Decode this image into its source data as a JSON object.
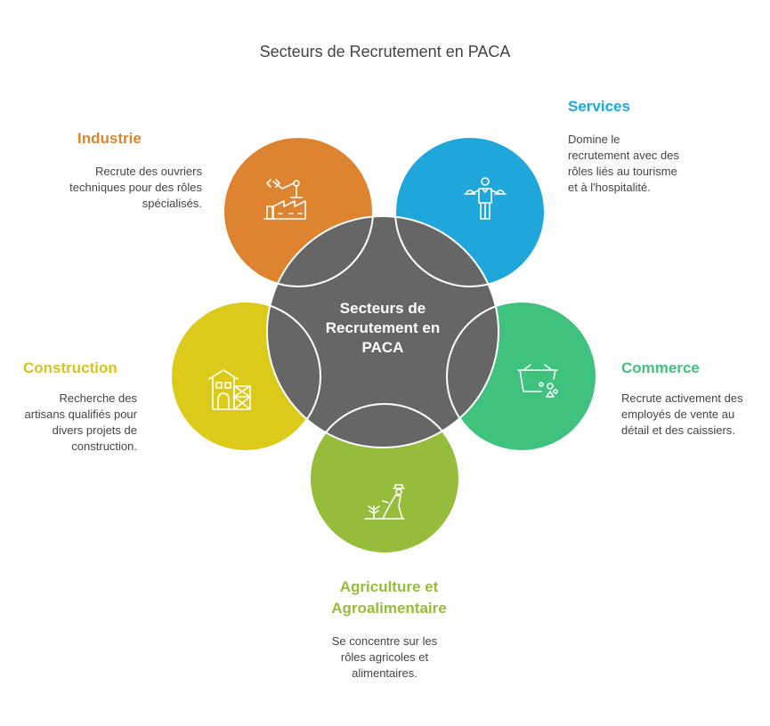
{
  "title": "Secteurs de Recrutement en PACA",
  "center": {
    "label": "Secteurs de Recrutement en PACA"
  },
  "colors": {
    "industrie": "#DE8330",
    "services": "#1FA7DB",
    "commerce": "#3FC27E",
    "agriculture": "#95BC3A",
    "construction": "#DCCA1A",
    "center": "#666666"
  },
  "sectors": {
    "industrie": {
      "title": "Industrie",
      "description": "Recrute des ouvriers techniques pour des rôles spécialisés.",
      "icon": "factory-robot-arm-icon"
    },
    "services": {
      "title": "Services",
      "description": "Domine le recrutement avec des rôles liés au tourisme et à l'hospitalité.",
      "icon": "waiter-serving-icon"
    },
    "commerce": {
      "title": "Commerce",
      "description": "Recrute activement des employés de vente au détail et des caissiers.",
      "icon": "shopping-basket-icon"
    },
    "agriculture": {
      "title": "Agriculture et Agroalimentaire",
      "description": "Se concentre sur les rôles agricoles et alimentaires.",
      "icon": "farmer-plant-icon"
    },
    "construction": {
      "title": "Construction",
      "description": "Recherche des artisans qualifiés pour divers projets de construction.",
      "icon": "house-scaffold-icon"
    }
  }
}
